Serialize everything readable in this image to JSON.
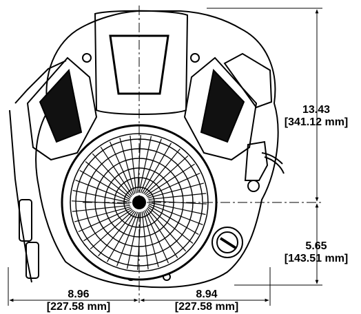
{
  "dimensions": {
    "height_total": {
      "value": "13.43",
      "metric": "[341.12 mm]"
    },
    "height_lower": {
      "value": "5.65",
      "metric": "[143.51 mm]"
    },
    "width_left": {
      "value": "8.96",
      "metric": "[227.58 mm]"
    },
    "width_right": {
      "value": "8.94",
      "metric": "[227.58 mm]"
    }
  }
}
